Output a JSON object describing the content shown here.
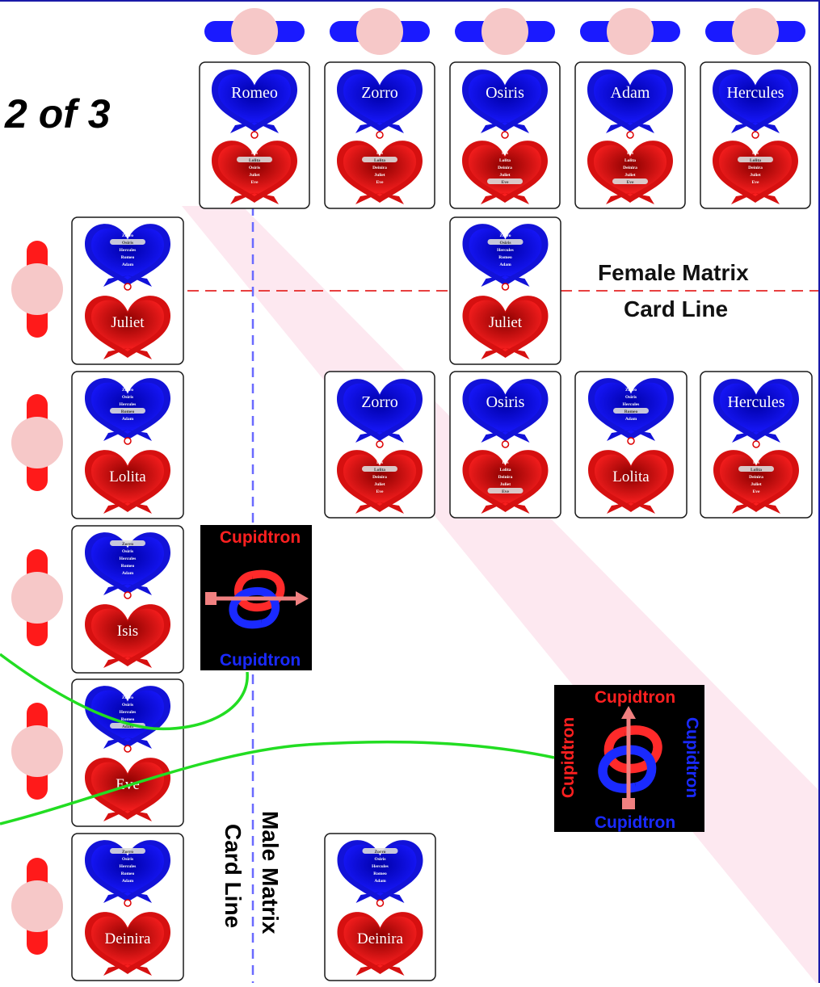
{
  "page_indicator": "2 of 3",
  "labels": {
    "female_line_1": "Female Matrix",
    "female_line_2": "Card Line",
    "male_line_1": "Male Matrix",
    "male_line_2": "Card Line"
  },
  "cupidtron_label": "Cupidtron",
  "top_cards": [
    {
      "top_name": "Romeo",
      "bottom_list": [
        "Isis",
        "Lolita",
        "Osiris",
        "Juliet",
        "Eve"
      ],
      "highlight": 1
    },
    {
      "top_name": "Zorro",
      "bottom_list": [
        "Isis",
        "Lolita",
        "Deinira",
        "Juliet",
        "Eve"
      ],
      "highlight": 1
    },
    {
      "top_name": "Osiris",
      "bottom_list": [
        "Isis",
        "Lolita",
        "Deinira",
        "Juliet",
        "Eve"
      ],
      "highlight": 4
    },
    {
      "top_name": "Adam",
      "bottom_list": [
        "Isis",
        "Lolita",
        "Deinira",
        "Juliet",
        "Eve"
      ],
      "highlight": 4
    },
    {
      "top_name": "Hercules",
      "bottom_list": [
        "Isis",
        "Lolita",
        "Deinira",
        "Juliet",
        "Eve"
      ],
      "highlight": 1
    }
  ],
  "left_cards": [
    {
      "top_list": [
        "Zorro",
        "Osiris",
        "Hercules",
        "Romeo",
        "Adam"
      ],
      "highlight": 1,
      "bottom_name": "Juliet"
    },
    {
      "top_list": [
        "Zorro",
        "Osiris",
        "Hercules",
        "Romeo",
        "Adam"
      ],
      "highlight": 3,
      "bottom_name": "Lolita"
    },
    {
      "top_list": [
        "Zorro",
        "Osiris",
        "Hercules",
        "Romeo",
        "Adam"
      ],
      "highlight": 0,
      "bottom_name": "Isis"
    },
    {
      "top_list": [
        "Zorro",
        "Osiris",
        "Hercules",
        "Romeo",
        "Adam"
      ],
      "highlight": 4,
      "bottom_name": "Eve"
    },
    {
      "top_list": [
        "Zorro",
        "Osiris",
        "Hercules",
        "Romeo",
        "Adam"
      ],
      "highlight": 0,
      "bottom_name": "Deinira"
    }
  ],
  "matrix_cards": [
    {
      "type": "list-top",
      "top_list": [
        "Zorro",
        "Osiris",
        "Hercules",
        "Romeo",
        "Adam"
      ],
      "highlight": 1,
      "bottom_name": "Juliet"
    },
    {
      "type": "name-top",
      "top_name": "Zorro",
      "bottom_list": [
        "Isis",
        "Lolita",
        "Deinira",
        "Juliet",
        "Eve"
      ],
      "highlight": 1
    },
    {
      "type": "name-top",
      "top_name": "Osiris",
      "bottom_list": [
        "Isis",
        "Lolita",
        "Deinira",
        "Juliet",
        "Eve"
      ],
      "highlight": 4
    },
    {
      "type": "list-top",
      "top_list": [
        "Zorro",
        "Osiris",
        "Hercules",
        "Romeo",
        "Adam"
      ],
      "highlight": 3,
      "bottom_name": "Lolita"
    },
    {
      "type": "name-top",
      "top_name": "Hercules",
      "bottom_list": [
        "Isis",
        "Lolita",
        "Deinira",
        "Juliet",
        "Eve"
      ],
      "highlight": 1
    },
    {
      "type": "list-top",
      "top_list": [
        "Zorro",
        "Osiris",
        "Hercules",
        "Romeo",
        "Adam"
      ],
      "highlight": 0,
      "bottom_name": "Deinira"
    }
  ],
  "colors": {
    "male_heart": "#1212d8",
    "female_heart": "#d61010",
    "bow_red": "#ff1a1a",
    "bow_blue": "#1a1aff",
    "disk": "#f6c8c8",
    "diagonal_band": "#fde8f0",
    "male_line": "#6a6aff",
    "female_line": "#e84040",
    "connector": "#22dd22",
    "card_border": "#1a1a1a"
  }
}
